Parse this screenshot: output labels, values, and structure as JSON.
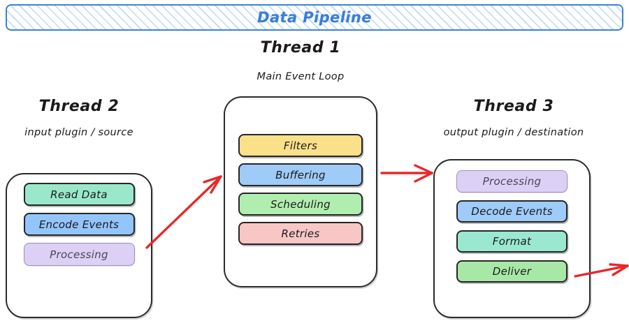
{
  "banner": {
    "title": "Data Pipeline",
    "accent_color": "#3b7dd8",
    "hatch_color": "#bcd9f5"
  },
  "threads": [
    {
      "id": "thread-2",
      "title": "Thread 2",
      "subtitle": "input plugin / source",
      "steps": [
        {
          "label": "Read Data",
          "color": "#9ae8cc",
          "style": "bold"
        },
        {
          "label": "Encode Events",
          "color": "#93c5fd",
          "style": "bold"
        },
        {
          "label": "Processing",
          "color": "#dcd0f5",
          "style": "muted"
        }
      ]
    },
    {
      "id": "thread-1",
      "title": "Thread 1",
      "subtitle": "Main Event Loop",
      "steps": [
        {
          "label": "Filters",
          "color": "#fbe08a",
          "style": "bold"
        },
        {
          "label": "Buffering",
          "color": "#9ecbf7",
          "style": "bold"
        },
        {
          "label": "Scheduling",
          "color": "#b0eeb0",
          "style": "bold"
        },
        {
          "label": "Retries",
          "color": "#f9c6c6",
          "style": "bold"
        }
      ]
    },
    {
      "id": "thread-3",
      "title": "Thread 3",
      "subtitle": "output plugin / destination",
      "steps": [
        {
          "label": "Processing",
          "color": "#dcd0f5",
          "style": "muted"
        },
        {
          "label": "Decode Events",
          "color": "#9ecbf7",
          "style": "bold"
        },
        {
          "label": "Format",
          "color": "#9ae8d0",
          "style": "bold"
        },
        {
          "label": "Deliver",
          "color": "#a7e8a7",
          "style": "bold"
        }
      ]
    }
  ],
  "arrows": [
    {
      "id": "arrow-thread2-to-thread1",
      "color": "#e8282a",
      "from": "Thread 2",
      "to": "Thread 1"
    },
    {
      "id": "arrow-thread1-to-thread3",
      "color": "#e8282a",
      "from": "Thread 1",
      "to": "Thread 3"
    },
    {
      "id": "arrow-thread3-out",
      "color": "#e8282a",
      "from": "Thread 3",
      "to": ""
    }
  ]
}
